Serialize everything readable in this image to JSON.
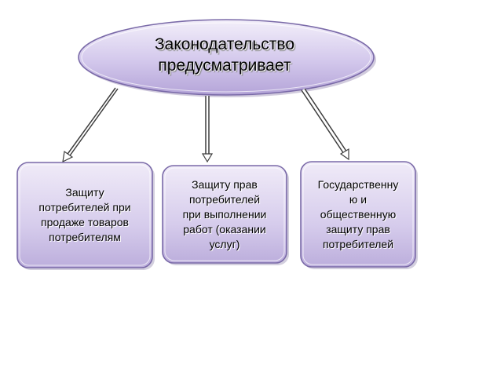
{
  "root": {
    "text": "Законодательство\nпредусматривает"
  },
  "branches": [
    {
      "text": "Защиту\nпотребителей при\nпродаже товаров\nпотребителям"
    },
    {
      "text": "Защиту прав\nпотребителей\nпри выполнении\nработ (оказании\nуслуг)"
    },
    {
      "text": "Государственну\nю и\nобщественную\nзащиту прав\nпотребителей"
    }
  ],
  "colors": {
    "fill_light": "#ece6f6",
    "fill_dark": "#b7a8da",
    "stroke": "#7a6aa8"
  }
}
